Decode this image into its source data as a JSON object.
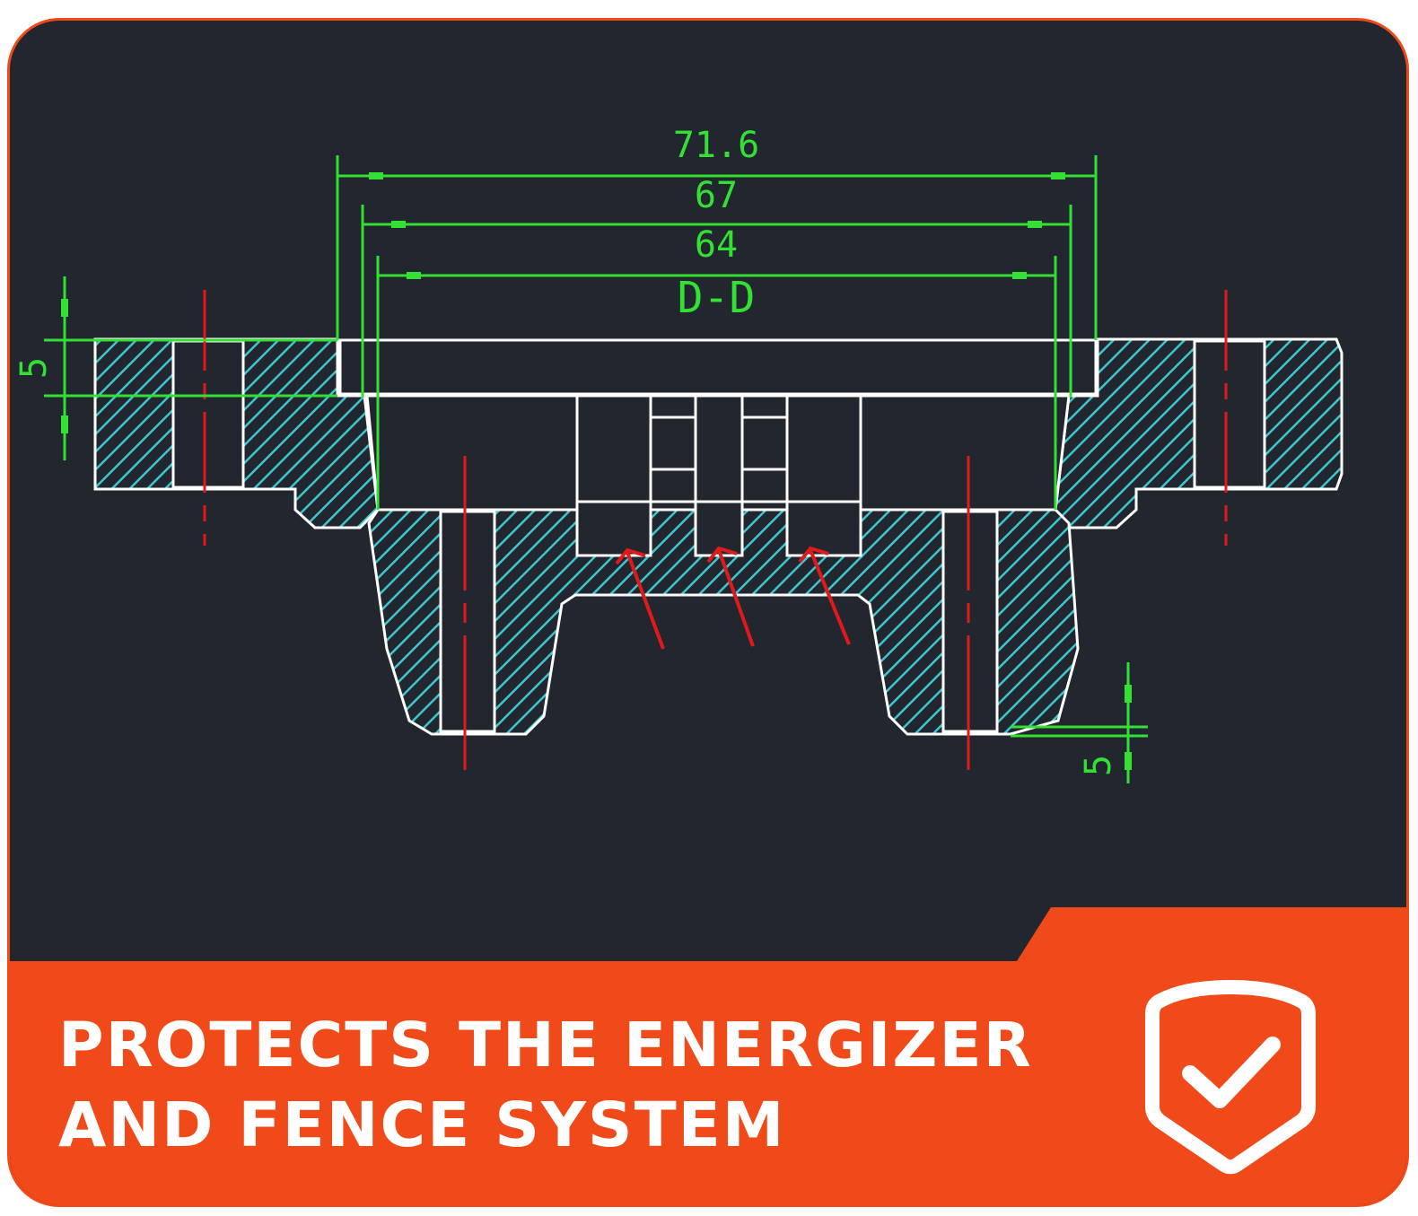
{
  "drawing": {
    "dimensions": {
      "outer": "71.6",
      "middle": "67",
      "inner": "64",
      "section": "D-D",
      "left_height": "5",
      "right_height": "5"
    }
  },
  "banner": {
    "line1": "PROTECTS THE ENERGIZER",
    "line2": "AND FENCE SYSTEM",
    "icon": "shield-check-icon"
  },
  "colors": {
    "background": "#22262f",
    "accent": "#f04a1a",
    "dimension": "#33e033",
    "hatch": "#3ec6cf",
    "centerline": "#e01a1a",
    "outline": "#ffffff"
  }
}
